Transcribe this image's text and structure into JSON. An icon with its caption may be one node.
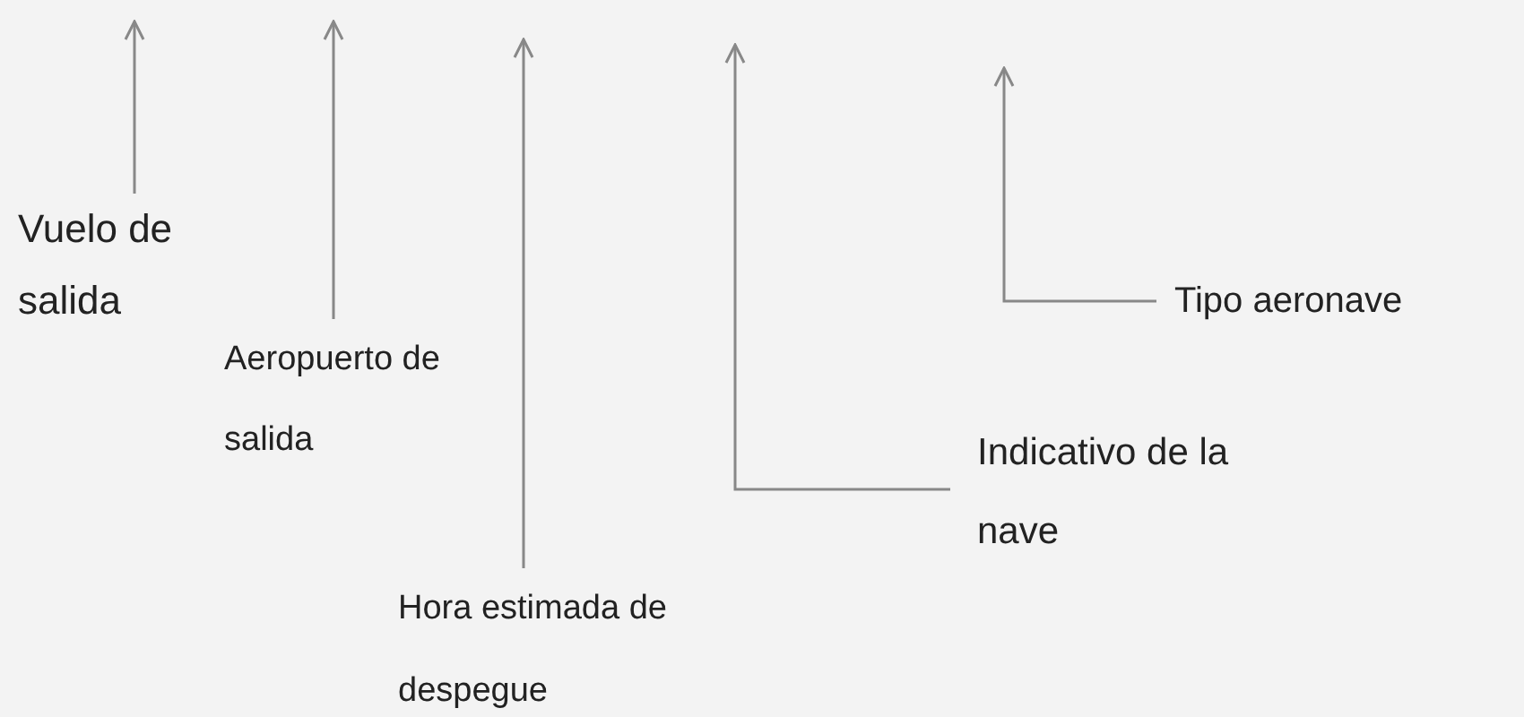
{
  "diagram": {
    "nodes": [
      {
        "text": [
          "Vuelo de salida"
        ]
      },
      {
        "text": [
          "Aeropuerto de salida"
        ]
      },
      {
        "text": [
          "Hora estimada de despegue"
        ]
      },
      {
        "text": [
          "Indicativo de la nave"
        ]
      },
      {
        "text": [
          "Tipo aeronave"
        ]
      }
    ],
    "edges": [
      {
        "from": 0,
        "to": null,
        "arrow": "to"
      },
      {
        "from": 1,
        "to": null,
        "arrow": "to"
      },
      {
        "from": 2,
        "to": null,
        "arrow": "to"
      },
      {
        "from": 3,
        "to": null,
        "arrow": "to"
      },
      {
        "from": 4,
        "to": null,
        "arrow": "to"
      }
    ]
  }
}
